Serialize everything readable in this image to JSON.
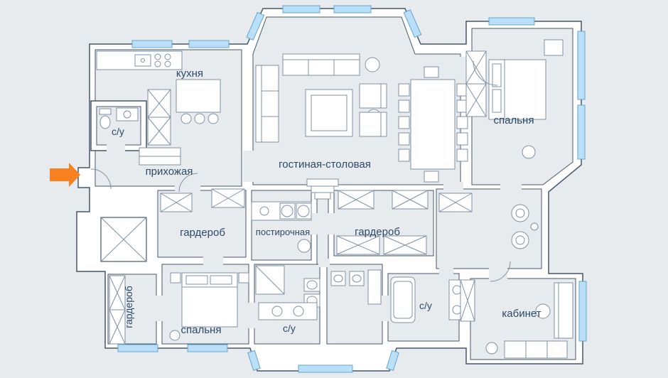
{
  "scene": {
    "type": "apartment-floor-plan",
    "background": "#e8ebee"
  },
  "colors": {
    "wall": "#ffffff",
    "outline": "#44576b",
    "floor": "#e8ebee",
    "window_fill": "#b9e0f8",
    "window_border": "#66a3cc",
    "furniture": "#7e92a6",
    "label_text": "#2c4a66",
    "entrance_arrow": "#f8821f"
  },
  "labels": {
    "kitchen": "кухня",
    "bath_top_left": "с/у",
    "hallway": "прихожая",
    "living_dining": "гостиная-столовая",
    "bedroom_top_right": "спальня",
    "wardrobe_mid_left": "гардероб",
    "laundry": "постирочная",
    "wardrobe_mid_right": "гардероб",
    "wardrobe_bottom_left": "гардероб",
    "bedroom_bottom": "спальня",
    "bath_bottom_center": "с/у",
    "bath_bottom_right": "с/у",
    "office": "кабинет"
  }
}
